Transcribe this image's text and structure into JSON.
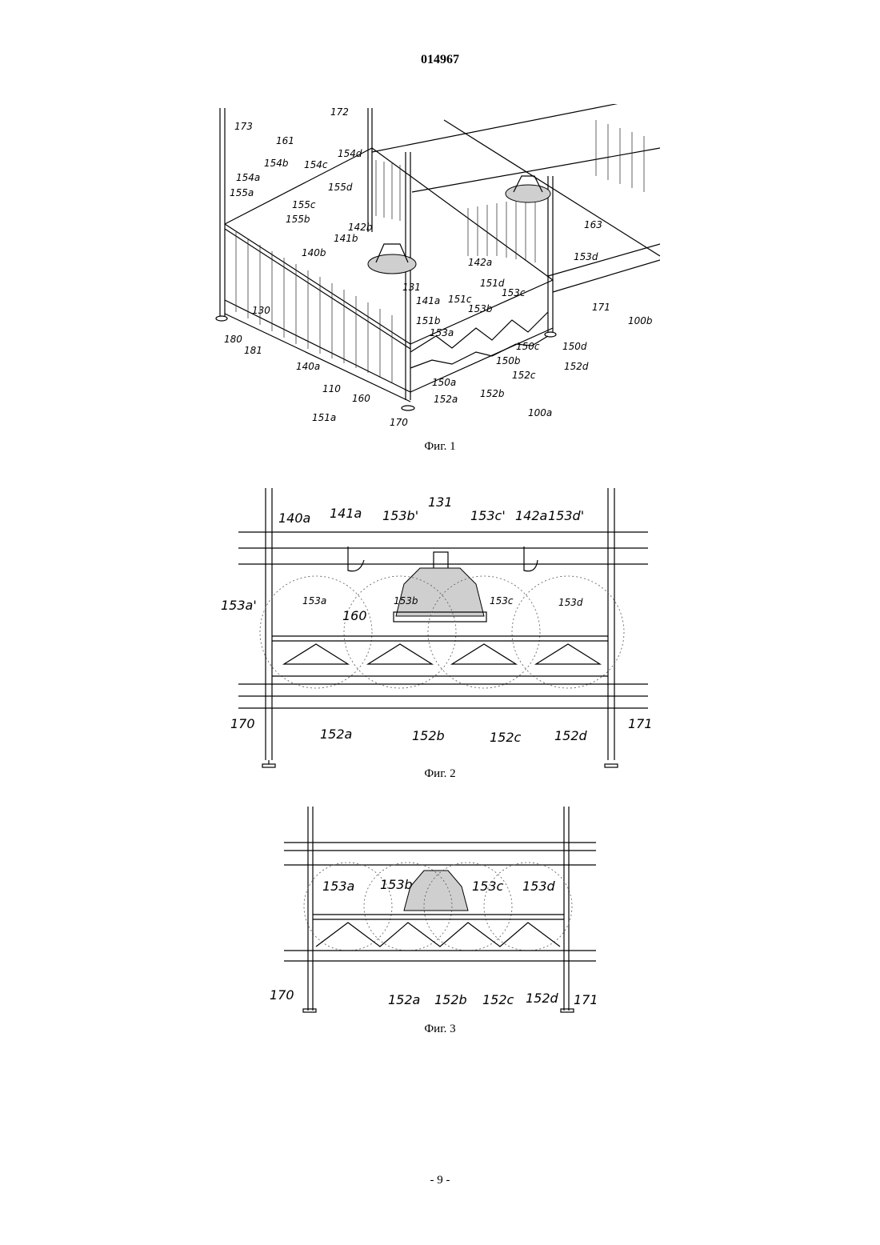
{
  "header": {
    "document_number": "014967"
  },
  "figures": [
    {
      "caption": "Фиг. 1",
      "labels": [
        "173",
        "172",
        "161",
        "154b",
        "154d",
        "154c",
        "154a",
        "155a",
        "155d",
        "155c",
        "155b",
        "142b",
        "140b",
        "141b",
        "130",
        "131",
        "163",
        "153d",
        "142a",
        "151d",
        "153c",
        "171",
        "100b",
        "141a",
        "151c",
        "153b",
        "151b",
        "153a",
        "150d",
        "150c",
        "152d",
        "150b",
        "152c",
        "150a",
        "152b",
        "152a",
        "100a",
        "170",
        "160",
        "151a",
        "110",
        "140a",
        "181",
        "180"
      ]
    },
    {
      "caption": "Фиг. 2",
      "labels": [
        "140a",
        "141a",
        "153b'",
        "131",
        "153c'",
        "142a",
        "153d'",
        "153a'",
        "153a",
        "160",
        "153b",
        "153c",
        "153d",
        "170",
        "152a",
        "152b",
        "152c",
        "152d",
        "171"
      ]
    },
    {
      "caption": "Фиг. 3",
      "labels": [
        "153a",
        "153b",
        "153c",
        "153d",
        "170",
        "152a",
        "152b",
        "152c",
        "152d",
        "171"
      ]
    }
  ],
  "footer": {
    "page_number": "- 9 -"
  }
}
